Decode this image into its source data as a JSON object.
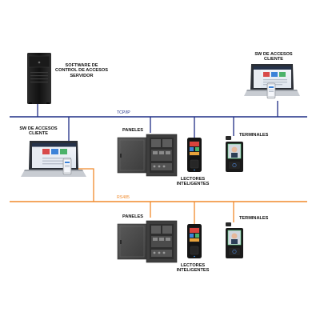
{
  "labels": {
    "server": [
      "SOFTWARE DE",
      "CONTROL DE ACCESOS",
      "SERVIDOR"
    ],
    "client_top_right": [
      "SW DE ACCESOS",
      "CLIENTE"
    ],
    "client_left": [
      "SW DE ACCESOS",
      "CLIENTE"
    ],
    "tcp_bus": "TCP/IP",
    "rs485_bus": "RS485",
    "panels_upper": "PANELES",
    "readers_upper": [
      "LECTORES",
      "INTELIGENTES"
    ],
    "terminals_upper": "TERMINALES",
    "panels_lower": "PANELES",
    "readers_lower": [
      "LECTORES",
      "INTELIGENTES"
    ],
    "terminals_lower": "TERMINALES"
  },
  "colors": {
    "tcp_line": "#1f2e86",
    "rs485_line": "#f08a2c",
    "device_dark": "#1d1d1d",
    "panel_gray": "#4a4a4a"
  },
  "icons": {
    "server": "tower-server-icon",
    "laptop": "laptop-icon",
    "phone": "smartphone-icon",
    "panel": "access-panel-icon",
    "reader": "smart-reader-icon",
    "terminal": "face-terminal-icon"
  }
}
